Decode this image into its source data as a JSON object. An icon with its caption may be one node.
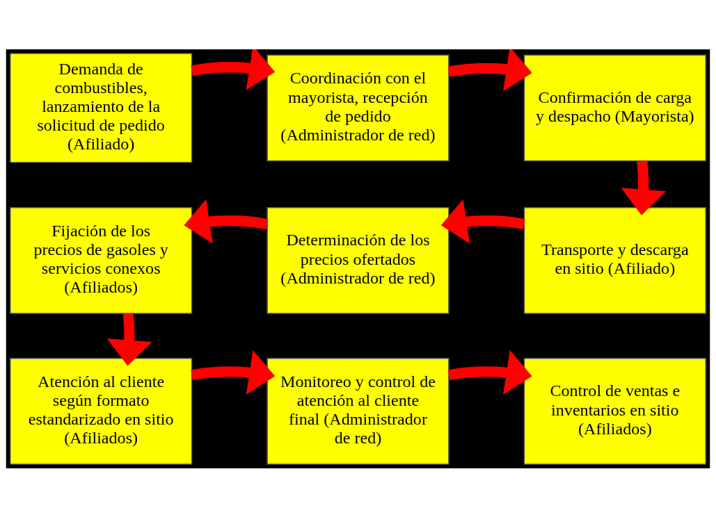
{
  "diagram": {
    "nodes": [
      {
        "text": [
          "Demanda de combustibles, lanzamiento de la solicitud de pedido (Afiliado)"
        ]
      },
      {
        "text": [
          "Coordinación con el mayorista, recepción de pedido (Administrador de red)"
        ]
      },
      {
        "text": [
          "Confirmación de carga y despacho (Mayorista)"
        ]
      },
      {
        "text": [
          "Transporte y descarga en sitio (Afiliado)"
        ]
      },
      {
        "text": [
          "Determinación de los precios ofertados (Administrador de red)"
        ]
      },
      {
        "text": [
          "Fijación de los precios de gasoles y servicios conexos (Afiliados)"
        ]
      },
      {
        "text": [
          "Atención al cliente según formato estandarizado en sitio (Afiliados)"
        ]
      },
      {
        "text": [
          "Monitoreo y control de atención al cliente final (Administrador de red)"
        ]
      },
      {
        "text": [
          "Control de ventas e inventarios en sitio (Afiliados)"
        ]
      }
    ],
    "edges": [
      {
        "from": 0,
        "to": 1,
        "arrow": "to"
      },
      {
        "from": 1,
        "to": 2,
        "arrow": "to"
      },
      {
        "from": 2,
        "to": 3,
        "arrow": "to"
      },
      {
        "from": 3,
        "to": 4,
        "arrow": "to"
      },
      {
        "from": 4,
        "to": 5,
        "arrow": "to"
      },
      {
        "from": 5,
        "to": 6,
        "arrow": "to"
      },
      {
        "from": 6,
        "to": 7,
        "arrow": "to"
      },
      {
        "from": 7,
        "to": 8,
        "arrow": "to"
      }
    ]
  }
}
